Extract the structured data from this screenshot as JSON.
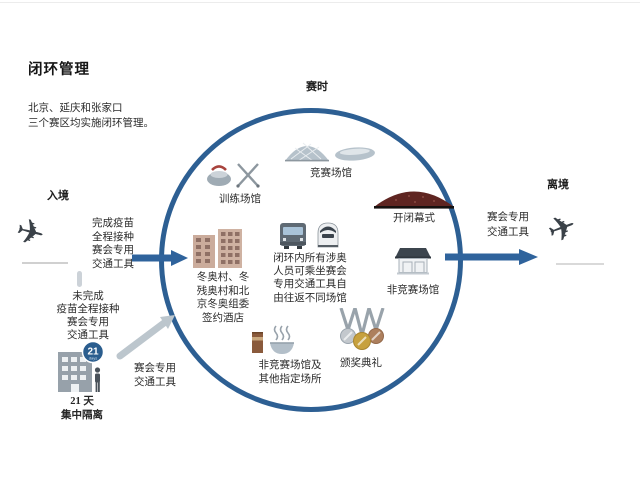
{
  "title": "闭环管理",
  "subtitle_lines": [
    "北京、延庆和张家口",
    "三个赛区均实施闭环管理。"
  ],
  "colors": {
    "loop_blue": "#2d5f93",
    "arrow_blue": "#2f639c",
    "gray_arrow": "#bcc6cd",
    "badge_blue": "#2a5d8e",
    "ceremony_red": "#5f2521"
  },
  "entry": {
    "label": "入境",
    "vaccinated_lines": [
      "完成疫苗",
      "全程接种",
      "赛会专用",
      "交通工具"
    ],
    "unvaccinated_lines": [
      "未完成",
      "疫苗全程接种",
      "赛会专用",
      "交通工具"
    ],
    "quarantine": {
      "badge_number": "21",
      "badge_unit": "days",
      "caption_lines": [
        "21 天",
        "集中隔离"
      ]
    },
    "transport_lines": [
      "赛会专用",
      "交通工具"
    ]
  },
  "loop": {
    "label": "赛时",
    "nodes": {
      "training": {
        "icon": "curling-stone-and-crossed-poles-icon",
        "label": "训练场馆"
      },
      "competition": {
        "icon": "stadium-buildings-icon",
        "label": "竞赛场馆"
      },
      "ceremony": {
        "icon": "birds-nest-stadium-icon",
        "label": "开闭幕式"
      },
      "village": {
        "icon": "residential-buildings-icon",
        "label_lines": [
          "冬奥村、冬",
          "残奥村和北",
          "京冬奥组委",
          "签约酒店"
        ]
      },
      "center": {
        "icon": "bus-and-train-icon",
        "label_lines": [
          "闭环内所有涉奥",
          "人员可乘坐赛会",
          "专用交通工具自",
          "由往返不同场馆"
        ]
      },
      "dining": {
        "icon": "cup-and-steaming-bowl-icon",
        "label_lines": [
          "非竞赛场馆及",
          "其他指定场所"
        ]
      },
      "medals": {
        "icon": "three-medals-icon",
        "label": "颁奖典礼"
      },
      "shop": {
        "icon": "storefront-icon",
        "label": "非竞赛场馆"
      }
    }
  },
  "exit": {
    "label": "离境",
    "transport_lines": [
      "赛会专用",
      "交通工具"
    ]
  },
  "icons": {
    "entry_plane": "airplane-landing-icon",
    "exit_plane": "airplane-takeoff-icon",
    "entry_arrow": "arrow-right-icon",
    "exit_arrow": "arrow-right-icon",
    "quarantine_arrow": "arrow-up-right-icon",
    "quarantine_building": "quarantine-building-21-days-icon"
  }
}
